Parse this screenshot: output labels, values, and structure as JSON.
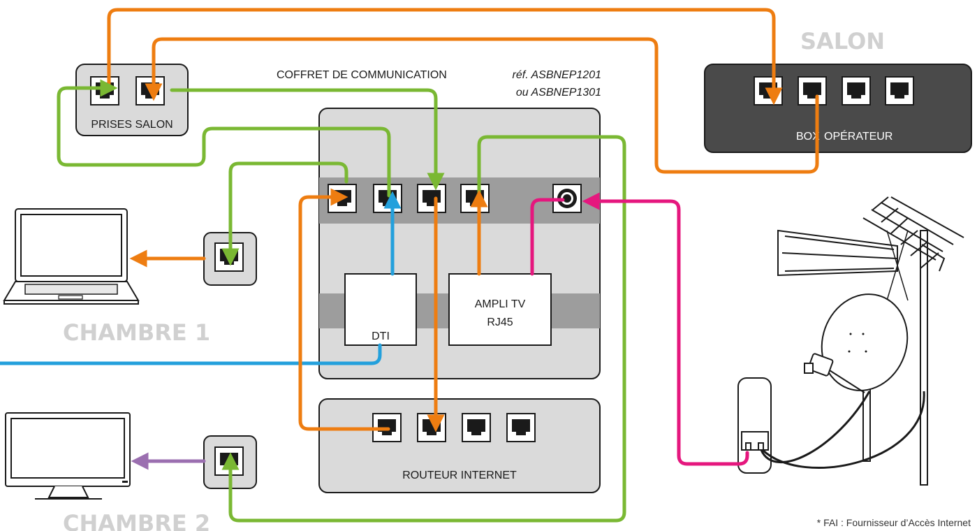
{
  "rooms": {
    "salon": "SALON",
    "chambre1": "CHAMBRE 1",
    "chambre2": "CHAMBRE 2"
  },
  "prises_salon": {
    "label": "PRISES SALON"
  },
  "box": {
    "label_part1": "BOX",
    "label_part2": "OPÉRATEUR"
  },
  "coffret": {
    "title": "COFFRET DE COMMUNICATION",
    "ref_line1": "réf. ASBNEP1201",
    "ref_line2": "ou ASBNEP1301",
    "dti": "DTI",
    "ampli_line1": "AMPLI TV",
    "ampli_line2": "RJ45"
  },
  "routeur": {
    "label": "ROUTEUR INTERNET"
  },
  "footnote": "* FAI : Fournisseur d’Accès Internet",
  "colors": {
    "orange": "#ee7d11",
    "green": "#7ab833",
    "blue": "#23a0dc",
    "pink": "#e5177e",
    "purple": "#9b6fb0",
    "panel": "#dadada",
    "band": "#9d9d9d",
    "dark_box": "#4a4a4a"
  }
}
